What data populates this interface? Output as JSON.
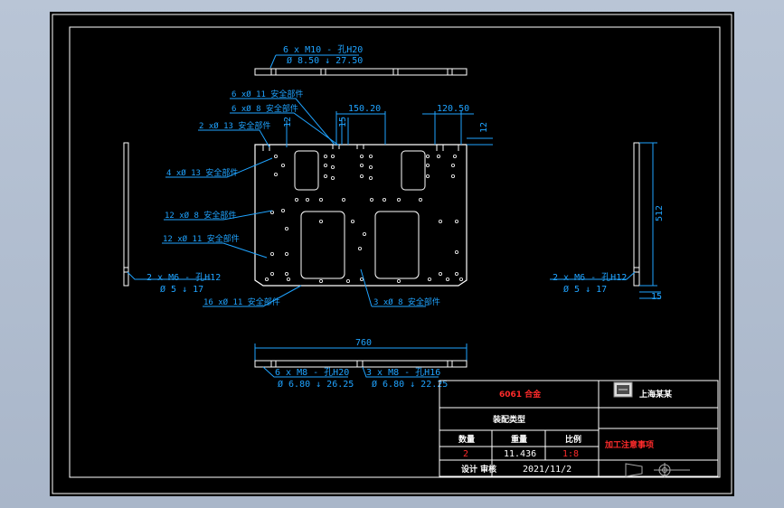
{
  "colors": {
    "background": "#b9c5d6",
    "canvas": "#000000",
    "geometry": "#ffffff",
    "dimension": "#1fa3ff",
    "title_accent": "#ff2b2b"
  },
  "top_view": {
    "hole_callout_line1": "6 x  M10 - 孔H20",
    "hole_callout_line2": "Ø 8.50 ↓ 27.50"
  },
  "front_view": {
    "dim_150": "150.20",
    "dim_120": "120.50",
    "dim_15": "15",
    "dim_12a": "12",
    "dim_12b": "12",
    "callout_6x11": "6 xØ 11 安全部件",
    "callout_6x8": "6 xØ 8 安全部件",
    "callout_2x13": "2 xØ 13 安全部件",
    "callout_4x13": "4 xØ 13 安全部件",
    "callout_12x8": "12 xØ 8 安全部件",
    "callout_12x11": "12 xØ 11 安全部件",
    "callout_16x11": "16 xØ 11 安全部件",
    "callout_3x8": "3 xØ 8 安全部件"
  },
  "left_view": {
    "hole_callout_line1": "2 x  M6 - 孔H12",
    "hole_callout_line2": "Ø 5 ↓ 17"
  },
  "right_view": {
    "hole_callout_line1": "2 x  M6 - 孔H12",
    "hole_callout_line2": "Ø 5 ↓ 17",
    "dim_512": "512",
    "dim_15": "15"
  },
  "bottom_view": {
    "dim_760": "760",
    "callout_a_line1": "6 x  M8 - 孔H20",
    "callout_a_line2": "Ø 6.80 ↓ 26.25",
    "callout_b_line1": "3 x  M8 - 孔H16",
    "callout_b_line2": "Ø 6.80 ↓ 22.25"
  },
  "title_block": {
    "part_name": "6061 合金",
    "company": "上海某某",
    "drawing_type": "装配类型",
    "col_qty_label": "数量",
    "col_weight_label": "重量",
    "col_scale_label": "比例",
    "qty": "2",
    "weight": "11.436",
    "scale": "1:8",
    "material_note": "加工注意事项",
    "designer_label": "设计  审核",
    "date": "2021/11/2",
    "logo_icon": "cad-app-logo-icon",
    "projection_icon": "first-angle-projection-icon"
  }
}
